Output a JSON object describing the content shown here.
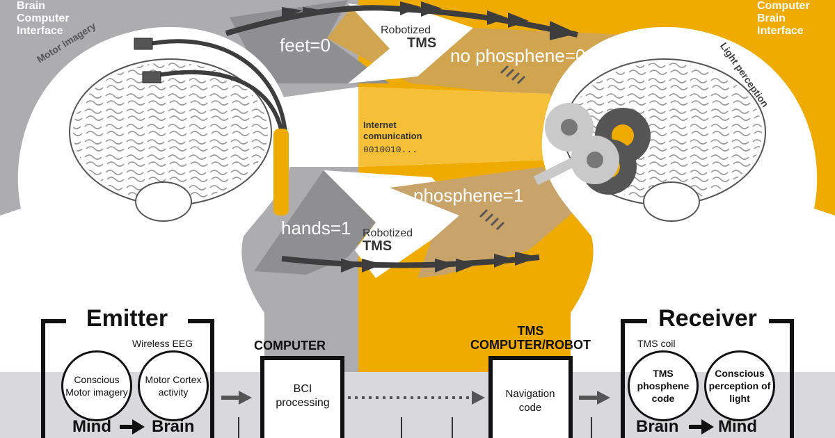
{
  "corner_labels": {
    "left": [
      "Brain",
      "Computer",
      "Interface"
    ],
    "right": [
      "Computer",
      "Brain",
      "Interface"
    ]
  },
  "side_labels": {
    "motor_imagery": "Motor imagery",
    "light_perception": "Light perception"
  },
  "codes": {
    "feet": "feet=0",
    "hands": "hands=1",
    "no_phosphene": "no phosphene=0",
    "phosphene": "phosphene=1"
  },
  "robotized_tms": {
    "line1": "Robotized",
    "line2": "TMS"
  },
  "internet": {
    "line1": "Internet",
    "line2": "comunication",
    "bits": "0010010..."
  },
  "emitter": {
    "title": "Emitter",
    "device": "Wireless EEG",
    "circle1": "Conscious Motor imagery",
    "circle2": "Motor Cortex activity",
    "flow_from": "Mind",
    "flow_to": "Brain"
  },
  "computer": {
    "title": "COMPUTER",
    "box": "BCI processing"
  },
  "tms_computer": {
    "title_line1": "TMS",
    "title_line2": "COMPUTER/ROBOT",
    "box": "Navigation code"
  },
  "receiver": {
    "title": "Receiver",
    "device": "TMS coil",
    "circle1": "TMS phosphene code",
    "circle2": "Conscious perception of light",
    "flow_from": "Brain",
    "flow_to": "Mind"
  },
  "colors": {
    "left_background": "#adadb0",
    "right_background": "#f0ab00",
    "bottom_band": "#d9d9db",
    "arrow_gray": "#3d3d3d",
    "accent_orange": "#f0ab00"
  }
}
